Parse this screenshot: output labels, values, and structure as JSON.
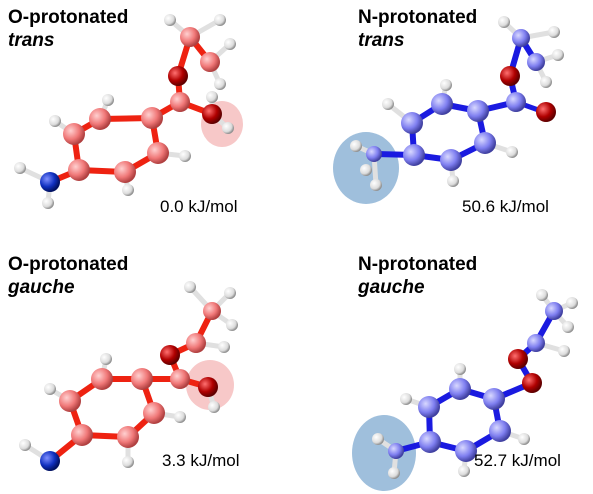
{
  "panels": [
    {
      "title": "O-protonated",
      "conformer": "trans",
      "energy": "0.0 kJ/mol"
    },
    {
      "title": "N-protonated",
      "conformer": "trans",
      "energy": "50.6 kJ/mol"
    },
    {
      "title": "O-protonated",
      "conformer": "gauche",
      "energy": "3.3 kJ/mol"
    },
    {
      "title": "N-protonated",
      "conformer": "gauche",
      "energy": "52.7 kJ/mol"
    }
  ],
  "colors": {
    "o_protonated_carbon": "#f08080",
    "o_protonated_bond": "#ee2211",
    "n_protonated_carbon": "#7f7ff0",
    "n_protonated_bond": "#1a1ae0",
    "oxygen": "#b00000",
    "nitrogen": "#1030c0",
    "hydrogen": "#e8e8e8",
    "o_highlight": "#f7c8c8",
    "n_highlight": "#9fbfdc"
  }
}
